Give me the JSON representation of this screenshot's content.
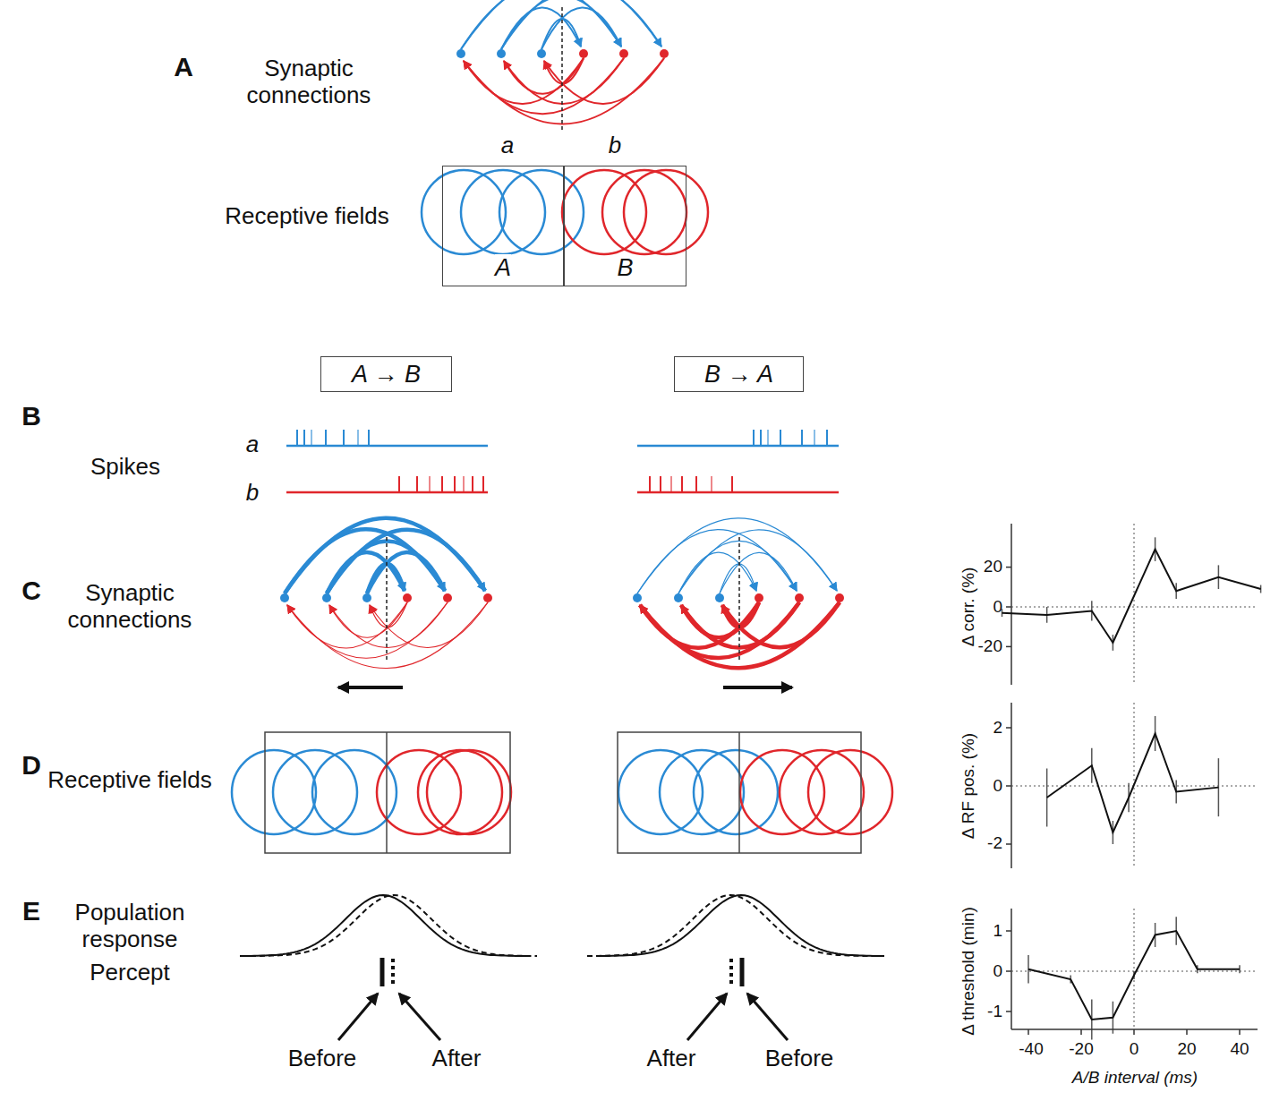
{
  "diagram": {
    "nodes": [
      {
        "text": [
          "A"
        ]
      },
      {
        "text": [
          "B"
        ]
      },
      {
        "text": [
          "A → B"
        ]
      },
      {
        "text": [
          "B → A"
        ]
      }
    ],
    "labels": [
      "A",
      "Synaptic connections",
      "a",
      "b",
      "Receptive fields",
      "B",
      "Spikes",
      "a",
      "b",
      "C",
      "Synaptic connections",
      "D",
      "Receptive fields",
      "E",
      "Population response",
      "Percept",
      "Before",
      "After",
      "After",
      "Before",
      "Δ corr. (%)",
      "20",
      "0",
      "-20",
      "Δ RF pos. (%)",
      "2",
      "0",
      "-2",
      "Δ threshold (min)",
      "1",
      "0",
      "-1",
      "-40",
      "-20",
      "0",
      "20",
      "40",
      "A/B interval (ms)"
    ]
  }
}
